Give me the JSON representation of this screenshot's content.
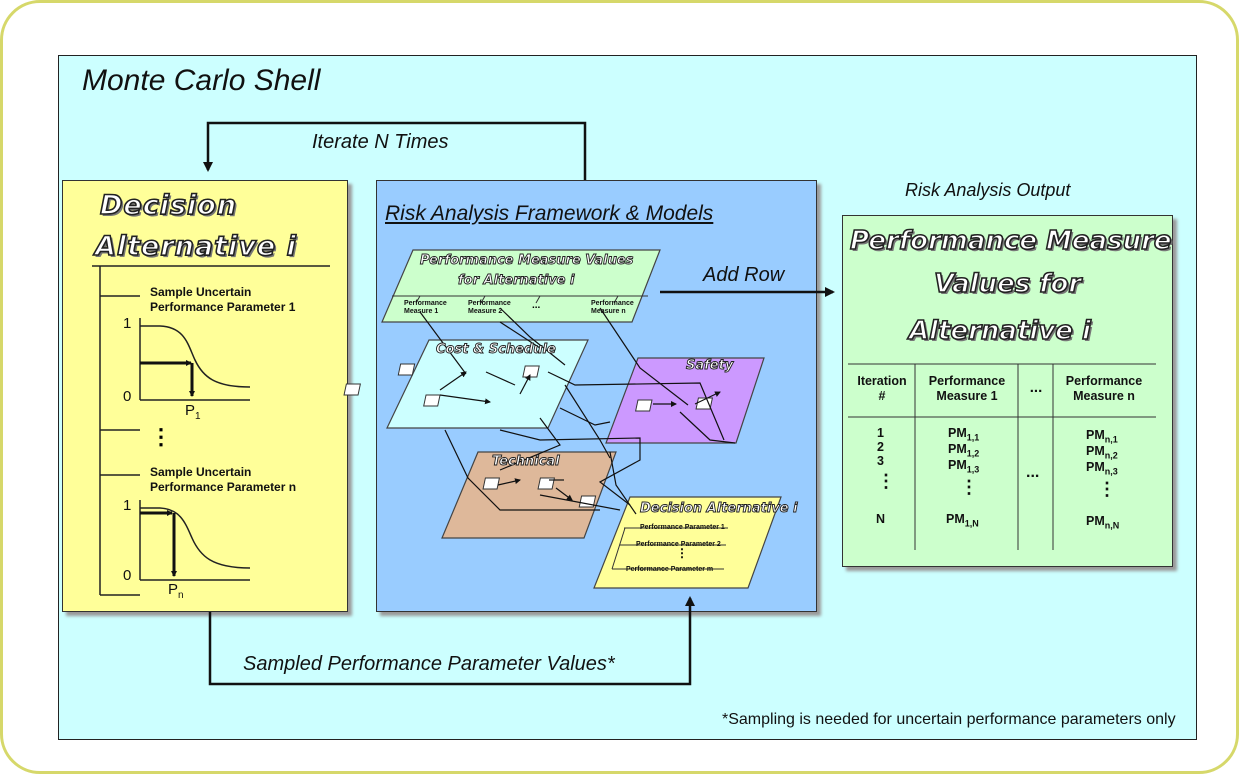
{
  "shell": {
    "title": "Monte Carlo Shell",
    "iterate_label": "Iterate N Times",
    "output_label": "Risk Analysis Output",
    "add_row_label": "Add Row",
    "sampled_label": "Sampled Performance Parameter Values*",
    "footnote": "*Sampling is needed for uncertain performance parameters only"
  },
  "decision_panel": {
    "title_line1": "Decision",
    "title_line2": "Alternative i",
    "param1_line1": "Sample Uncertain",
    "param1_line2": "Performance Parameter 1",
    "paramn_line1": "Sample Uncertain",
    "paramn_line2": "Performance Parameter n",
    "ellipsis": "⋮",
    "axis_one": "1",
    "axis_zero": "0",
    "p1_base": "P",
    "p1_sub": "1",
    "pn_base": "P",
    "pn_sub": "n"
  },
  "framework_panel": {
    "title": "Risk Analysis Framework & Models",
    "pm_plane_title_line1": "Performance Measure Values",
    "pm_plane_title_line2": "for Alternative i",
    "pm_plane_m1_line1": "Performance",
    "pm_plane_m1_line2": "Measure 1",
    "pm_plane_m2_line1": "Performance",
    "pm_plane_m2_line2": "Measure 2",
    "pm_plane_dots": "...",
    "pm_plane_mn_line1": "Performance",
    "pm_plane_mn_line2": "Measure n",
    "cost_title": "Cost & Schedule",
    "safety_title": "Safety",
    "technical_title": "Technical",
    "da_title": "Decision Alternative i",
    "da_param1": "Performance Parameter 1",
    "da_param2": "Performance Parameter 2",
    "da_dots": "⋮",
    "da_paramm": "Performance Parameter m"
  },
  "output_panel": {
    "title_line1": "Performance Measure",
    "title_line2": "Values for",
    "title_line3": "Alternative i",
    "col_iter_line1": "Iteration",
    "col_iter_line2": "#",
    "col_pm1_line1": "Performance",
    "col_pm1_line2": "Measure 1",
    "col_dots": "...",
    "col_pmn_line1": "Performance",
    "col_pmn_line2": "Measure n",
    "iterations": [
      "1",
      "2",
      "3",
      "⋮",
      "N"
    ],
    "pm_base": "PM",
    "pm1_subs": [
      "1,1",
      "1,2",
      "1,3",
      "",
      "1,N"
    ],
    "pmn_subs": [
      "n,1",
      "n,2",
      "n,3",
      "",
      "n,N"
    ],
    "col_ellipsis_cell": "⋮",
    "mid_dots": "..."
  }
}
